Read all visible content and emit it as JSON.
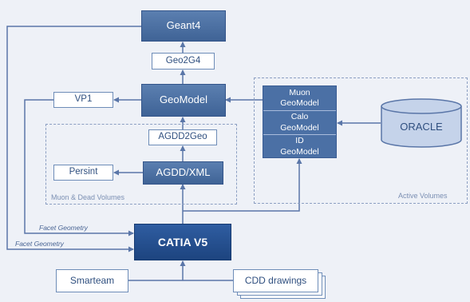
{
  "nodes": {
    "geant4": "Geant4",
    "geo2g4": "Geo2G4",
    "geomodel": "GeoModel",
    "vp1": "VP1",
    "agdd2geo": "AGDD2Geo",
    "agdd_xml": "AGDD/XML",
    "persint": "Persint",
    "catia_v5": "CATIA V5",
    "smarteam": "Smarteam",
    "cdd_drawings": "CDD drawings",
    "oracle": "ORACLE"
  },
  "subsystems": {
    "muon": [
      "Muon",
      "GeoModel"
    ],
    "calo": [
      "Calo",
      "GeoModel"
    ],
    "id": [
      "ID",
      "GeoModel"
    ]
  },
  "groups": {
    "muon_dead": "Muon & Dead Volumes",
    "active": "Active Volumes"
  },
  "edge_labels": {
    "facet_geometry_1": "Facet Geometry",
    "facet_geometry_2": "Facet Geometry"
  },
  "colors": {
    "dark_box": "#4b70a5",
    "catia_box": "#2a5596",
    "line": "#5a76a8",
    "oracle_fill": "#c5d3ea"
  }
}
